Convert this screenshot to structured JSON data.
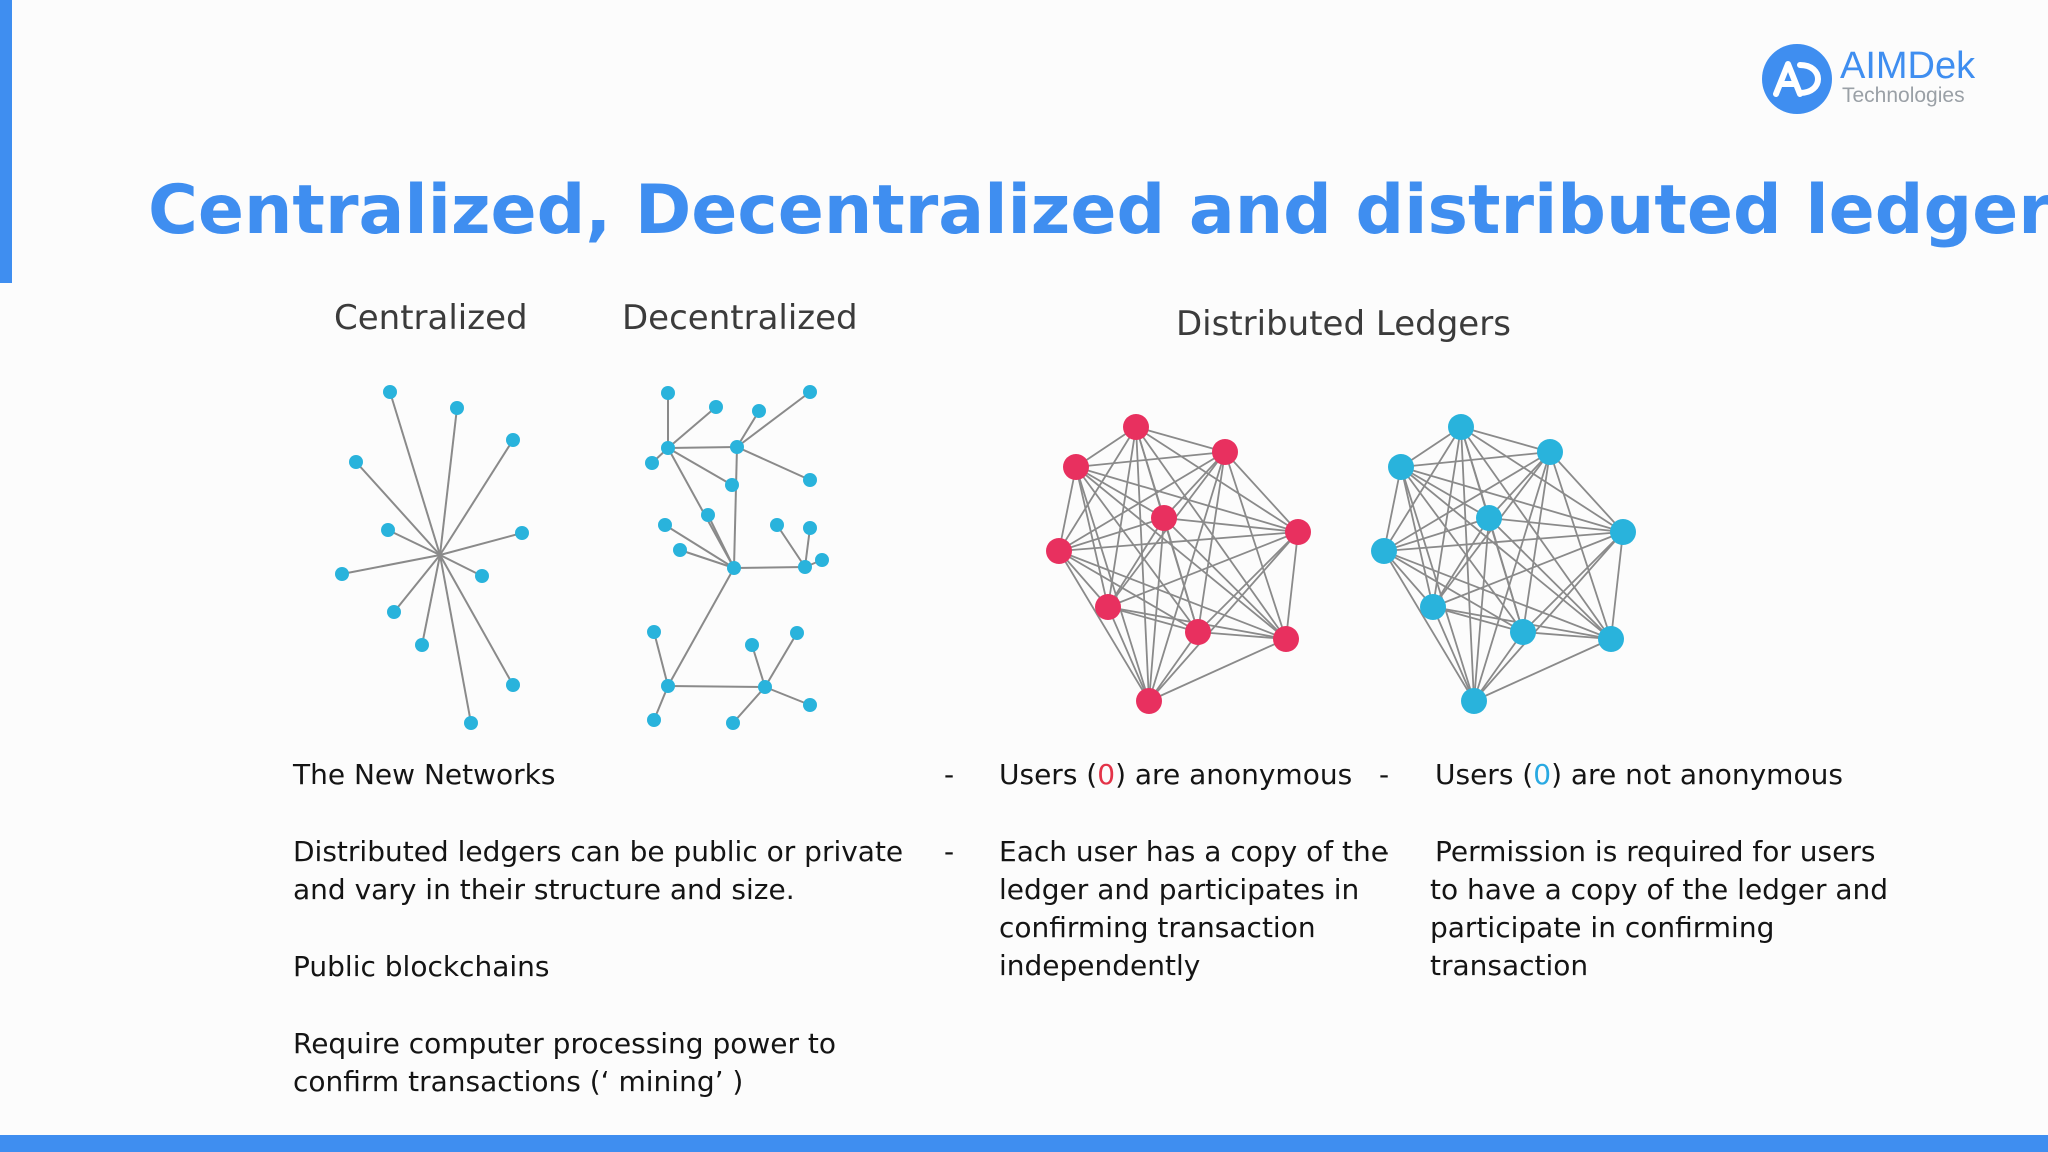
{
  "colors": {
    "accent": "#3f8ef0",
    "node_cyan": "#29b3dc",
    "node_red": "#e8305f",
    "edge": "#8a8a8a",
    "logo_blue": "#3f8ef0"
  },
  "logo": {
    "name": "AIMDek",
    "sub": "Technologies",
    "mark": "AD"
  },
  "title": "Centralized, Decentralized and distributed ledgers",
  "diagrams": {
    "centralized": "Centralized",
    "decentralized": "Decentralized",
    "distributed": "Distributed Ledgers"
  },
  "left_text": {
    "p1": "The New Networks",
    "p2_l1": "Distributed ledgers can be public or private",
    "p2_l2": "and vary in their structure and size.",
    "p3": "Public blockchains",
    "p4_l1": "Require computer processing power to",
    "p4_l2": "confirm transactions (‘ mining’ )"
  },
  "mid_text": {
    "dash": "-",
    "b1_pre": "Users (",
    "b1_zero": "0",
    "b1_post": ") are anonymous",
    "b2_l1": "Each user has a copy of the",
    "b2_l2": "ledger and participates in",
    "b2_l3": "confirming transaction",
    "b2_l4": "independently"
  },
  "right_text": {
    "dash": "-",
    "b1_pre": "Users (",
    "b1_zero": "0",
    "b1_post": ") are not anonymous",
    "b2_l1": "Permission is required  for users",
    "b2_l2": "to have a copy of the ledger   and",
    "b2_l3": "participate in confirming",
    "b2_l4": "transaction"
  }
}
